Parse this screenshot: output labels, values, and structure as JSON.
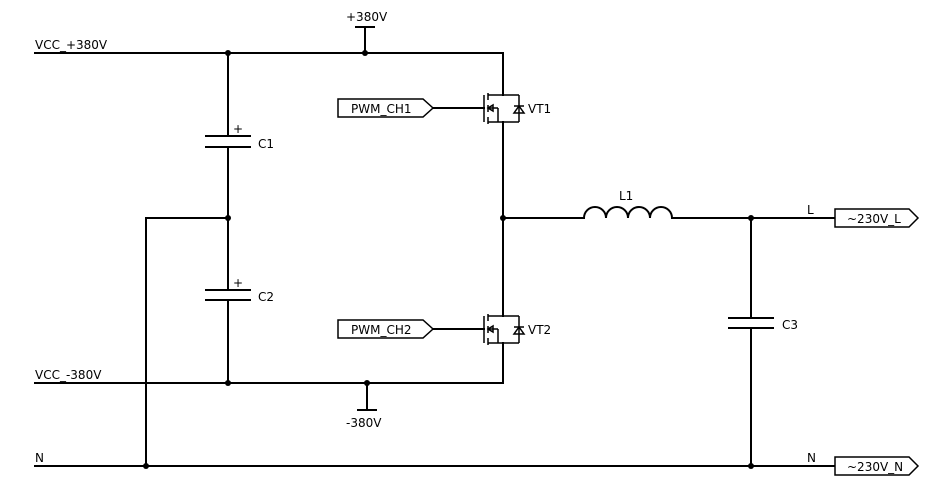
{
  "nets": {
    "vcc_pos": "VCC_+380V",
    "vcc_neg": "VCC_-380V",
    "n_left": "N",
    "n_right": "N",
    "l_right": "L",
    "pos_rail": "+380V",
    "neg_rail": "-380V"
  },
  "components": {
    "c1": "C1",
    "c2": "C2",
    "c3": "C3",
    "l1": "L1",
    "vt1": "VT1",
    "vt2": "VT2",
    "plus1": "+",
    "plus2": "+"
  },
  "ports": {
    "pwm_ch1": "PWM_CH1",
    "pwm_ch2": "PWM_CH2",
    "out_l": "~230V_L",
    "out_n": "~230V_N"
  }
}
